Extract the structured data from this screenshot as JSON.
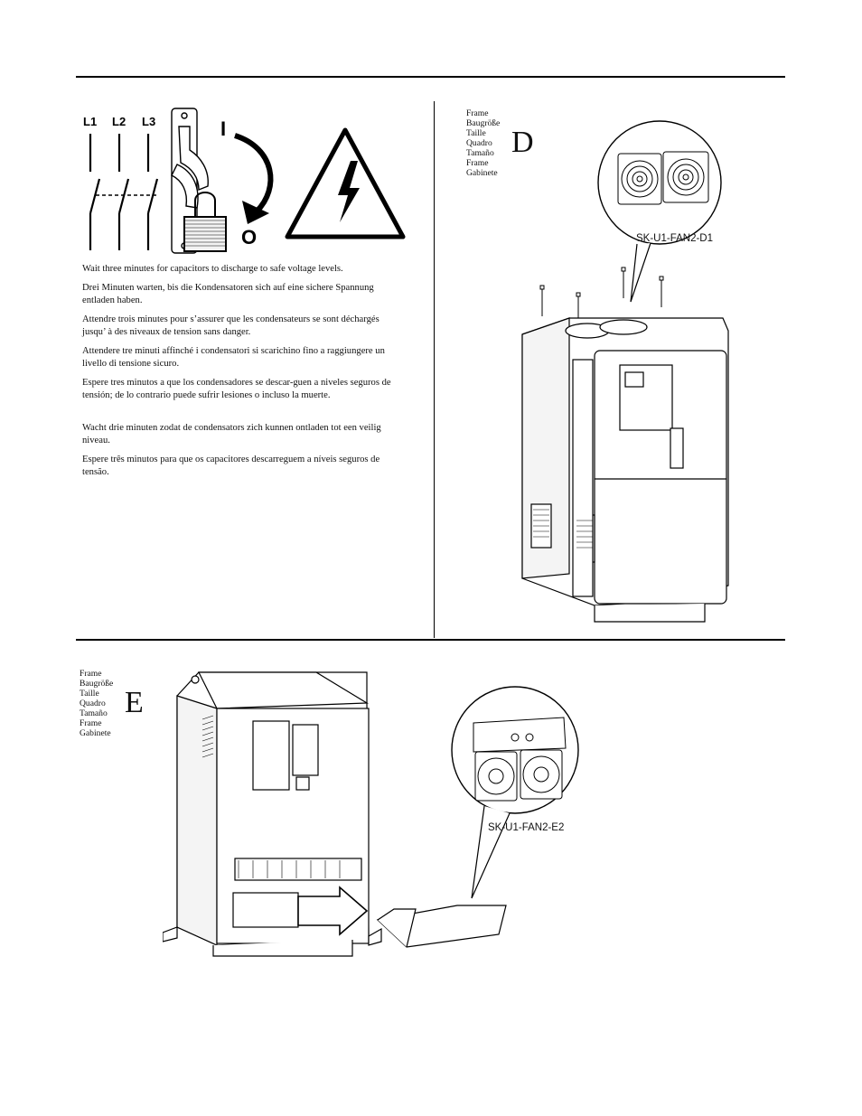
{
  "warning": {
    "phase_labels": [
      "L1",
      "L2",
      "L3"
    ],
    "switch_on_label": "I",
    "switch_off_label": "O",
    "paragraphs": [
      "Wait three minutes for capacitors to discharge to safe voltage levels.",
      "Drei Minuten warten, bis die Kondensatoren sich auf eine sichere Spannung entladen haben.",
      "Attendre trois minutes pour s’assurer que les condensateurs se sont déchargés jusqu’ à des niveaux de tension sans danger.",
      "Attendere tre minuti affinché i condensatori si scarichino fino a raggiungere un livello di tensione sicuro.",
      "Espere tres minutos a que los condensadores se descar-guen a niveles seguros de tensión; de lo contrario puede sufrir lesiones o incluso la muerte.",
      "Wacht drie minuten zodat de condensators zich kunnen ontladen tot een veilig niveau.",
      "Espere três minutos para que os capacitores descarreguem a níveis seguros de tensão."
    ]
  },
  "frame_d": {
    "labels": [
      "Frame",
      "Baugröße",
      "Taille",
      "Quadro",
      "Tamaño",
      "Frame",
      "Gabinete"
    ],
    "letter": "D",
    "kit_label": "SK-U1-FAN2-D1"
  },
  "frame_e": {
    "labels": [
      "Frame",
      "Baugröße",
      "Taille",
      "Quadro",
      "Tamaño",
      "Frame",
      "Gabinete"
    ],
    "letter": "E",
    "kit_label": "SK-U1-FAN2-E2"
  }
}
